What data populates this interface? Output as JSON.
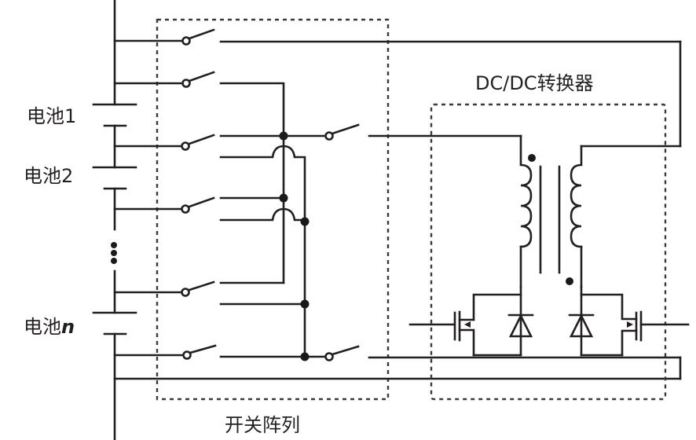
{
  "labels": {
    "battery1": "电池1",
    "battery2": "电池2",
    "battery_n_prefix": "电池",
    "battery_n_suffix": "n",
    "switch_array": "开关阵列",
    "dcdc_converter": "DC/DC转换器"
  },
  "components": {
    "batteries": [
      "battery-1",
      "battery-2",
      "battery-n"
    ],
    "switch_count_left_column": 6,
    "switch_count_output": 2,
    "transformer_windings": 2,
    "mosfets": 2,
    "diodes": 2
  },
  "colors": {
    "line": "#231f20",
    "background": "#ffffff"
  }
}
